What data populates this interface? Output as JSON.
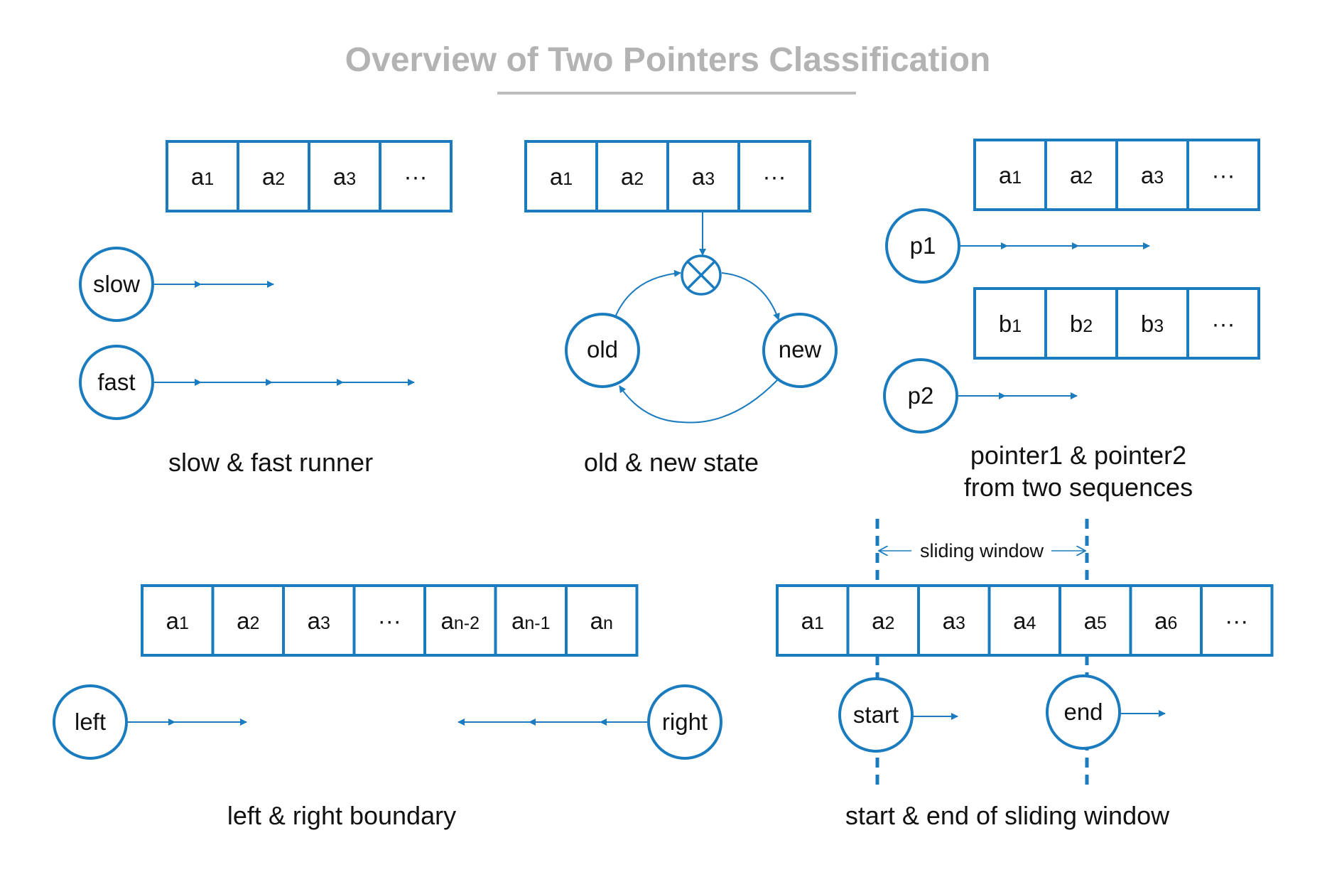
{
  "title": "Overview of Two Pointers Classification",
  "colors": {
    "accent": "#1a7bbf",
    "title": "#b3b3b3",
    "text": "#111111"
  },
  "panel1": {
    "cells": [
      {
        "base": "a",
        "sub": "1"
      },
      {
        "base": "a",
        "sub": "2"
      },
      {
        "base": "a",
        "sub": "3"
      },
      {
        "base": "···",
        "sub": ""
      }
    ],
    "slow": "slow",
    "fast": "fast",
    "caption": "slow & fast runner"
  },
  "panel2": {
    "cells": [
      {
        "base": "a",
        "sub": "1"
      },
      {
        "base": "a",
        "sub": "2"
      },
      {
        "base": "a",
        "sub": "3"
      },
      {
        "base": "···",
        "sub": ""
      }
    ],
    "old": "old",
    "new": "new",
    "caption": "old & new state"
  },
  "panel3": {
    "cells_a": [
      {
        "base": "a",
        "sub": "1"
      },
      {
        "base": "a",
        "sub": "2"
      },
      {
        "base": "a",
        "sub": "3"
      },
      {
        "base": "···",
        "sub": ""
      }
    ],
    "cells_b": [
      {
        "base": "b",
        "sub": "1"
      },
      {
        "base": "b",
        "sub": "2"
      },
      {
        "base": "b",
        "sub": "3"
      },
      {
        "base": "···",
        "sub": ""
      }
    ],
    "p1": "p1",
    "p2": "p2",
    "caption_line1": "pointer1 & pointer2",
    "caption_line2": "from two sequences"
  },
  "panel4": {
    "cells": [
      {
        "base": "a",
        "sub": "1"
      },
      {
        "base": "a",
        "sub": "2"
      },
      {
        "base": "a",
        "sub": "3"
      },
      {
        "base": "···",
        "sub": ""
      },
      {
        "base": "a",
        "sub": "n-2"
      },
      {
        "base": "a",
        "sub": "n-1"
      },
      {
        "base": "a",
        "sub": "n"
      }
    ],
    "left": "left",
    "right": "right",
    "caption": "left & right boundary"
  },
  "panel5": {
    "cells": [
      {
        "base": "a",
        "sub": "1"
      },
      {
        "base": "a",
        "sub": "2"
      },
      {
        "base": "a",
        "sub": "3"
      },
      {
        "base": "a",
        "sub": "4"
      },
      {
        "base": "a",
        "sub": "5"
      },
      {
        "base": "a",
        "sub": "6"
      },
      {
        "base": "···",
        "sub": ""
      }
    ],
    "window_label": "sliding window",
    "start": "start",
    "end": "end",
    "caption": "start & end of sliding window"
  }
}
